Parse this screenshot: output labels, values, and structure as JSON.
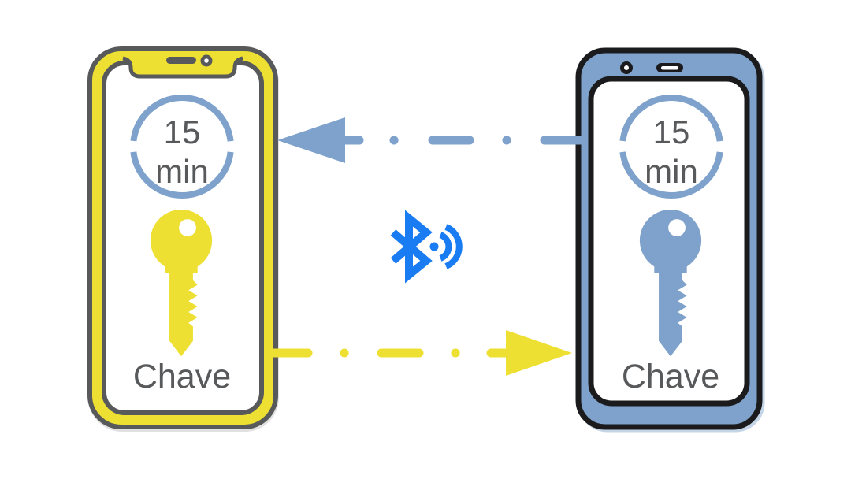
{
  "diagram": {
    "name": "bluetooth-key-sharing-diagram",
    "background_color": "#FFFFFF"
  },
  "colors": {
    "yellow": "#EDE032",
    "steel_blue": "#7EA2CB",
    "outline_gray": "#58595B",
    "outline_dark": "#1B1B1D",
    "text_gray": "#58595B",
    "bluetooth_blue": "#1A7CF2",
    "white": "#FFFFFF"
  },
  "phones": {
    "left": {
      "style": "smartphone-with-notch",
      "frame_color": "#EDE032",
      "timer": {
        "line1": "15",
        "line2": "min"
      },
      "key_color": "#EDE032",
      "key_label": "Chave"
    },
    "right": {
      "style": "smartphone-android",
      "frame_color": "#7EA2CB",
      "timer": {
        "line1": "15",
        "line2": "min"
      },
      "key_color": "#7EA2CB",
      "key_label": "Chave"
    }
  },
  "connection": {
    "bluetooth_icon": "bluetooth-broadcast-icon",
    "arrow_top": {
      "direction": "right-to-left",
      "style": "dash-dot",
      "color": "#7EA2CB"
    },
    "arrow_bottom": {
      "direction": "left-to-right",
      "style": "dash-dot",
      "color": "#EDE032"
    }
  }
}
